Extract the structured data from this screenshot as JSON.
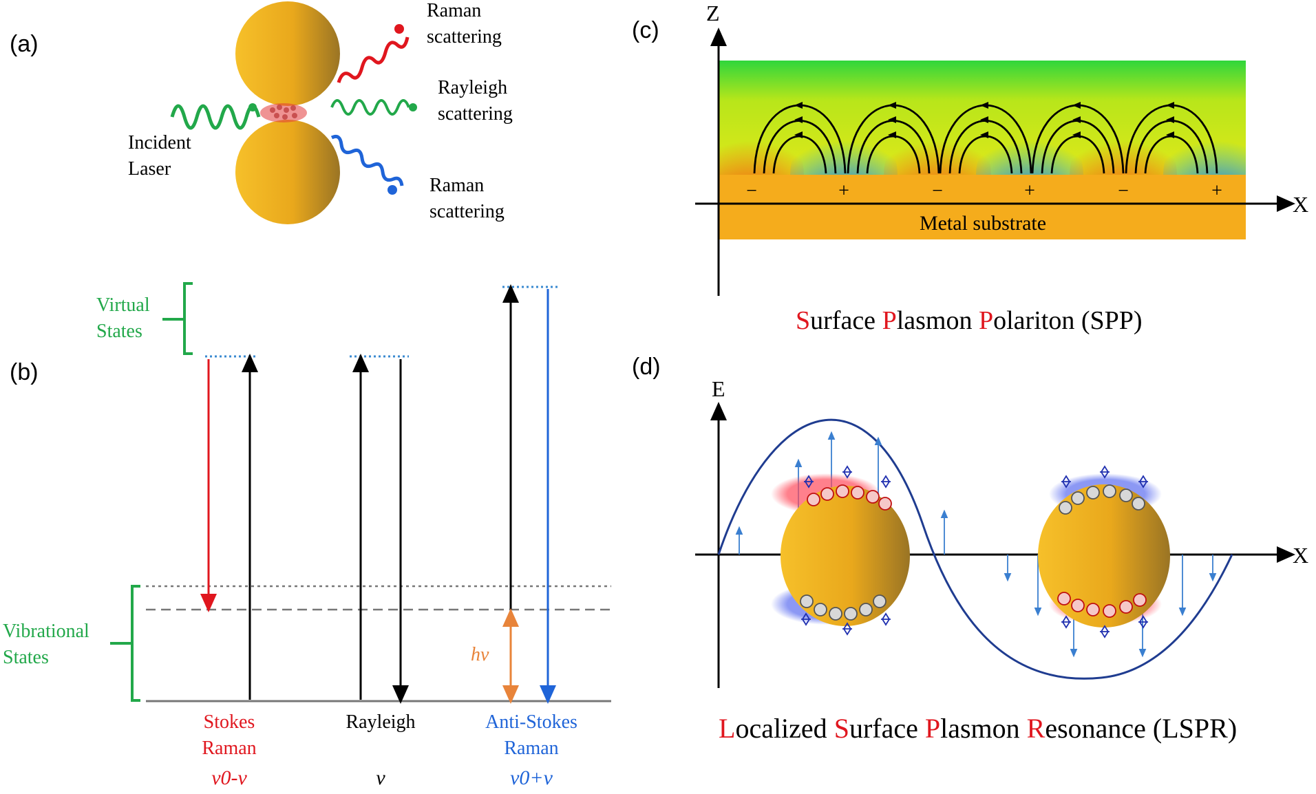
{
  "panel_a": {
    "label": "(a)",
    "raman_top_1": "Raman",
    "raman_top_2": "scattering",
    "rayleigh_1": "Rayleigh",
    "rayleigh_2": "scattering",
    "incident_1": "Incident",
    "incident_2": "Laser",
    "raman_bottom_1": "Raman",
    "raman_bottom_2": "scattering",
    "colors": {
      "gold": "#f2b21b",
      "red": "#e0161e",
      "green": "#22a84a",
      "blue": "#1f64d8"
    }
  },
  "panel_b": {
    "label": "(b)",
    "virtual_1": "Virtual",
    "virtual_2": "States",
    "vibrational_1": "Vibrational",
    "vibrational_2": "States",
    "hv": "hv",
    "stokes_1": "Stokes",
    "stokes_2": "Raman",
    "stokes_freq": "v0-v",
    "rayleigh": "Rayleigh",
    "rayleigh_freq": "v",
    "antistokes_1": "Anti-Stokes",
    "antistokes_2": "Raman",
    "antistokes_freq": "v0+v",
    "colors": {
      "green": "#22a84a",
      "red": "#e0161e",
      "blue": "#1f64d8",
      "orange": "#e8843a"
    }
  },
  "panel_c": {
    "label": "(c)",
    "axis_z": "Z",
    "axis_x": "X",
    "charges": [
      "−",
      "+",
      "−",
      "+",
      "−",
      "+"
    ],
    "substrate": "Metal substrate",
    "caption": {
      "s_letter": "S",
      "s_rest": "urface ",
      "p_letter": "P",
      "p_rest": "lasmon ",
      "p2_letter": "P",
      "p2_rest": "olariton (SPP)"
    }
  },
  "panel_d": {
    "label": "(d)",
    "axis_e": "E",
    "axis_x": "X",
    "caption": {
      "l_letter": "L",
      "l_rest": "ocalized ",
      "s_letter": "S",
      "s_rest": "urface ",
      "p_letter": "P",
      "p_rest": "lasmon ",
      "r_letter": "R",
      "r_rest": "esonance (LSPR)"
    }
  }
}
